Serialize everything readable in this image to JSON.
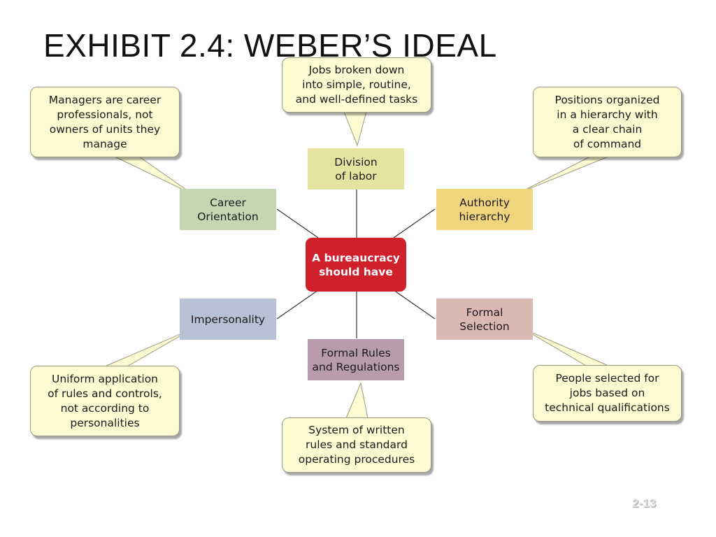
{
  "title": "EXHIBIT 2.4: WEBER’S IDEAL",
  "page_number": "2-13",
  "colors": {
    "center": "#d0202c",
    "division": "#e6e3a0",
    "authority": "#f0d47e",
    "formal_selection": "#dbb8b2",
    "formal_rules": "#b99cac",
    "impersonality": "#b8c2d6",
    "career": "#c5d7b2",
    "callout": "#fdfbd2"
  },
  "diagram": {
    "center": {
      "label": "A bureaucracy\nshould have"
    },
    "nodes": [
      {
        "id": "division-of-labor",
        "label": "Division\nof labor",
        "color": "#e6e3a0"
      },
      {
        "id": "authority-hierarchy",
        "label": "Authority\nhierarchy",
        "color": "#f0d47e"
      },
      {
        "id": "formal-selection",
        "label": "Formal\nSelection",
        "color": "#dbb8b2"
      },
      {
        "id": "formal-rules",
        "label": "Formal Rules\nand Regulations",
        "color": "#b99cac"
      },
      {
        "id": "impersonality",
        "label": "Impersonality",
        "color": "#b8c2d6"
      },
      {
        "id": "career-orientation",
        "label": "Career\nOrientation",
        "color": "#c5d7b2"
      }
    ],
    "callouts": [
      {
        "id": "division-of-labor",
        "text": "Jobs broken down\ninto simple, routine,\nand well-defined tasks"
      },
      {
        "id": "authority-hierarchy",
        "text": "Positions organized\nin a hierarchy with\na clear chain\nof command"
      },
      {
        "id": "formal-selection",
        "text": "People selected for\njobs based on\ntechnical qualifications"
      },
      {
        "id": "formal-rules",
        "text": "System of written\nrules and standard\noperating procedures"
      },
      {
        "id": "impersonality",
        "text": "Uniform application\nof rules and controls,\nnot according to\npersonalities"
      },
      {
        "id": "career-orientation",
        "text": "Managers are career\nprofessionals, not\nowners of units they\nmanage"
      }
    ]
  }
}
